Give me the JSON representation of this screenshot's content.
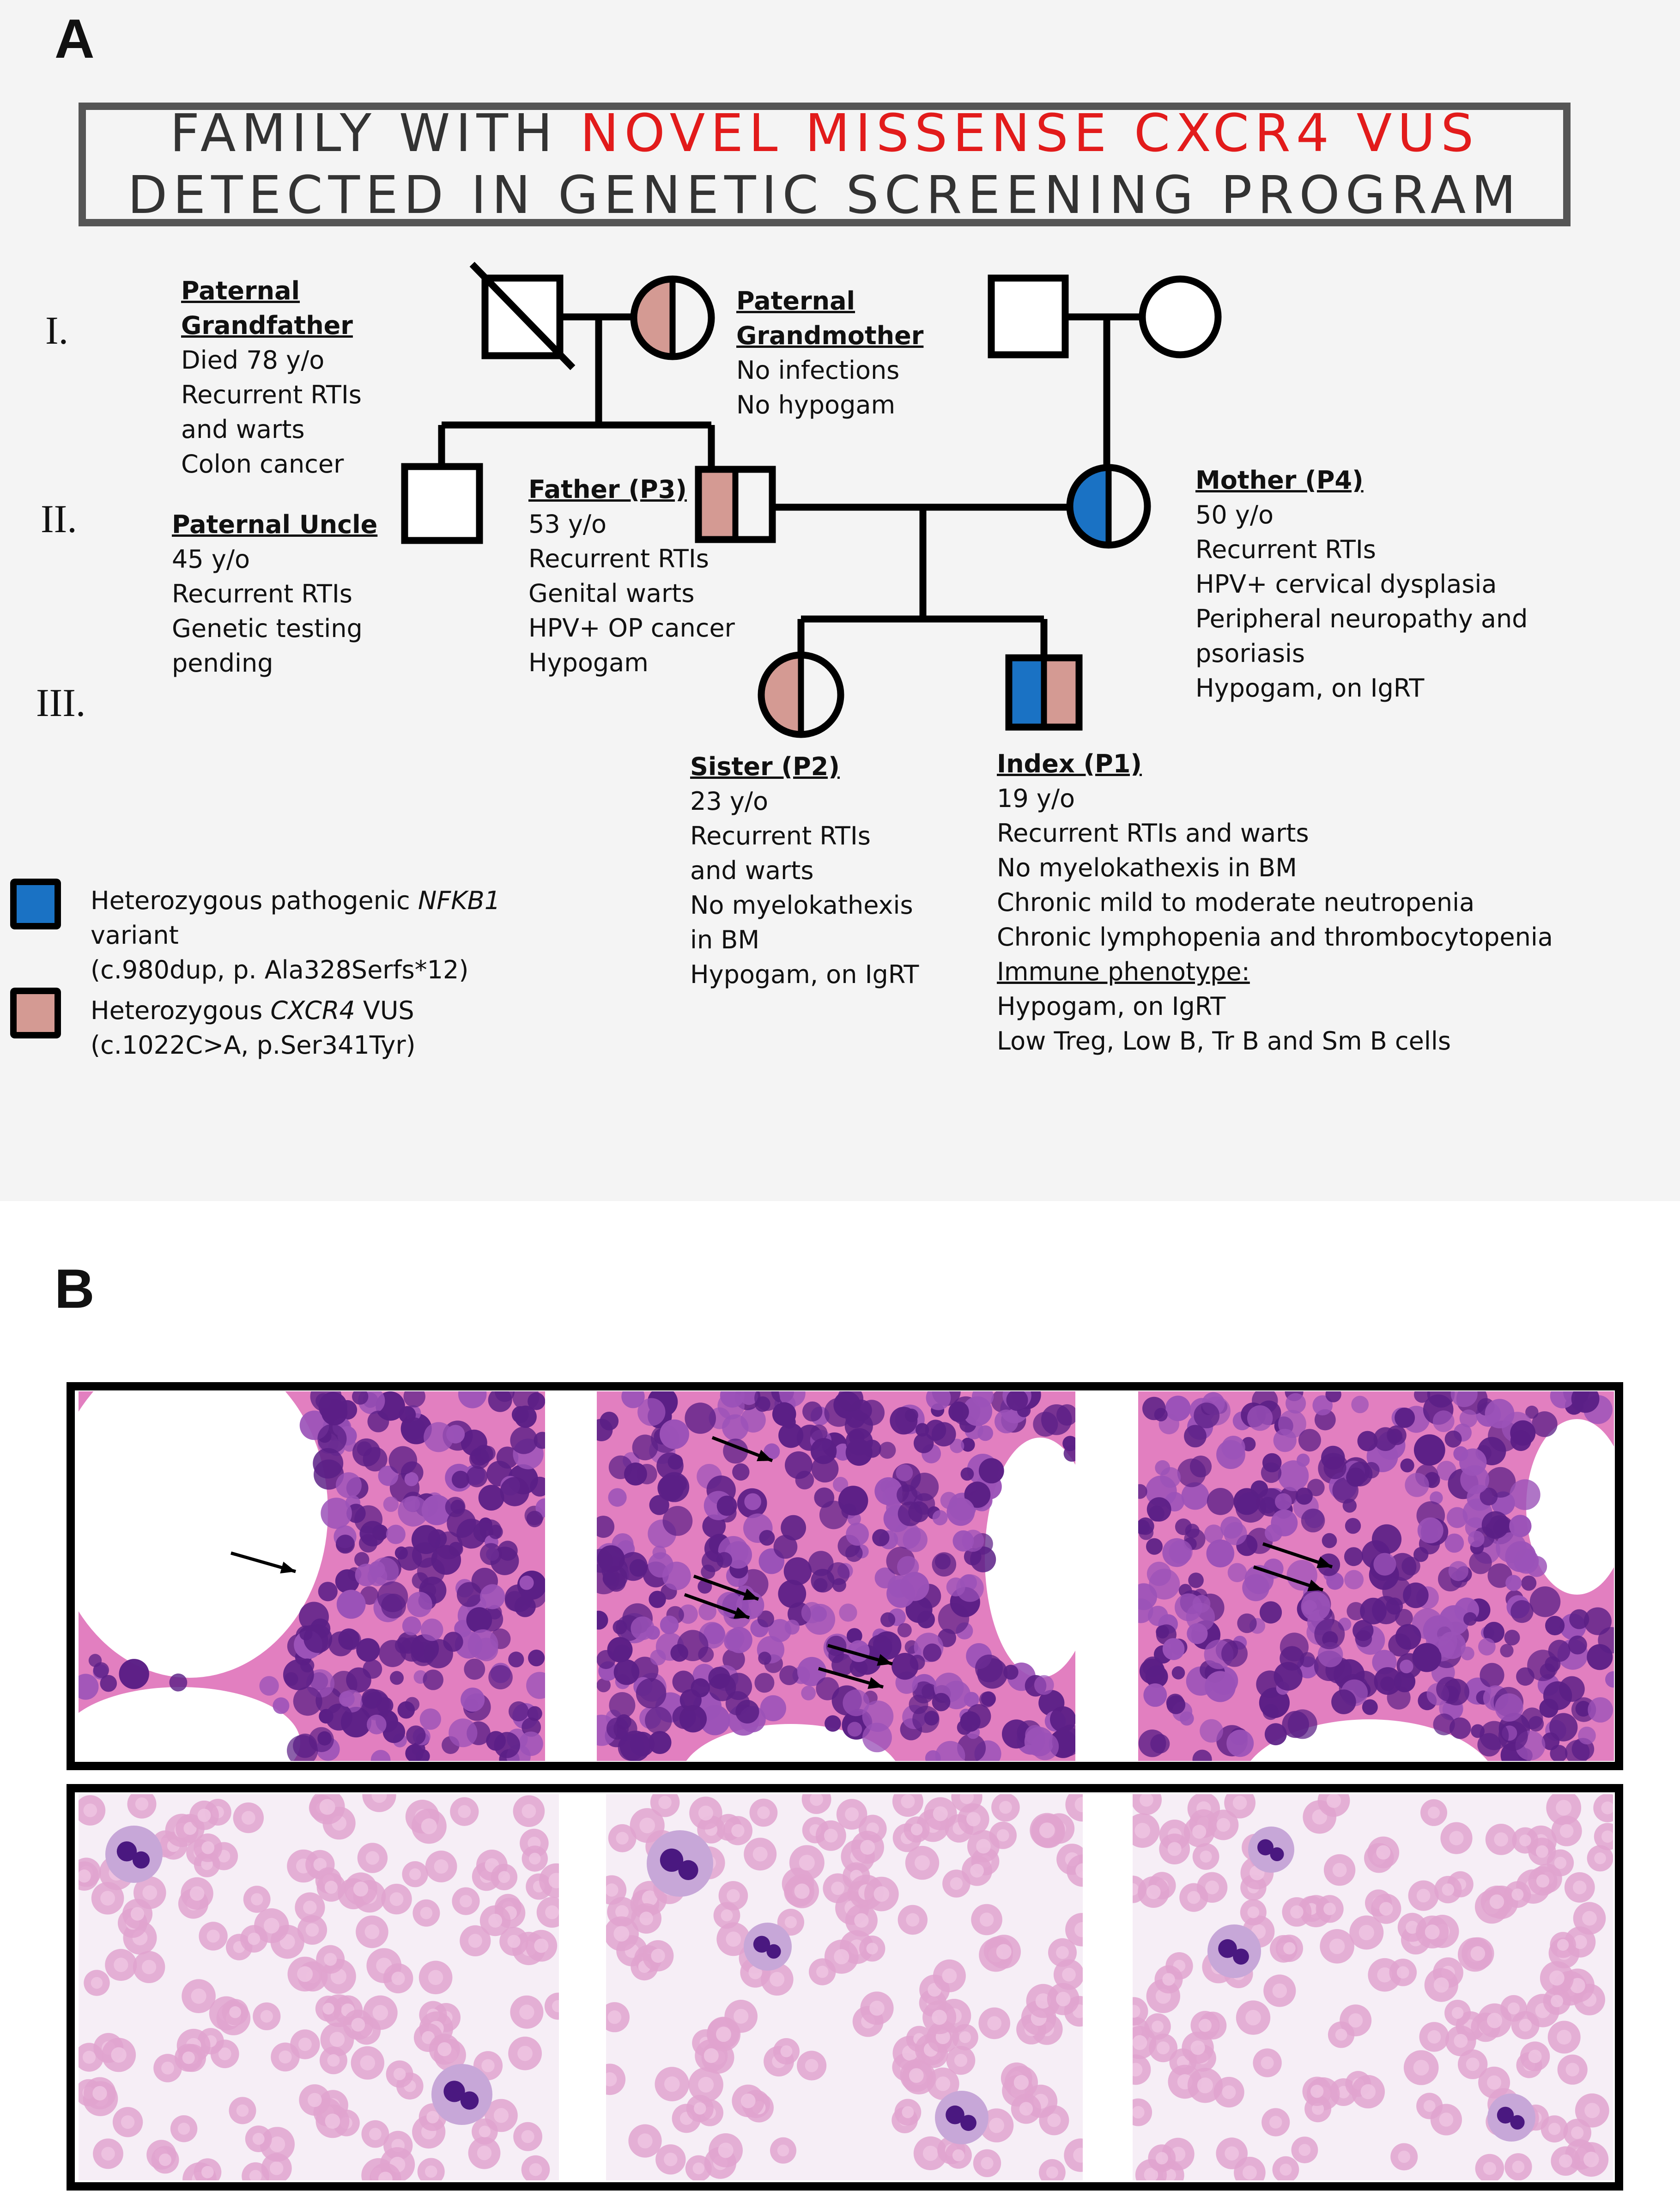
{
  "panel_a": {
    "label": "A",
    "title": {
      "line1_prefix": "FAMILY WITH ",
      "line1_highlight": "NOVEL MISSENSE CXCR4 VUS",
      "line2": "DETECTED IN GENETIC SCREENING PROGRAM"
    },
    "generations": [
      "I.",
      "II.",
      "III."
    ],
    "members": {
      "paternal_grandfather": {
        "heading_lines": [
          "Paternal",
          "Grandfather"
        ],
        "details": [
          "Died 78 y/o",
          "Recurrent RTIs",
          "and warts",
          "Colon cancer"
        ]
      },
      "paternal_grandmother": {
        "heading_lines": [
          "Paternal",
          "Grandmother"
        ],
        "details": [
          "No infections",
          "No hypogam"
        ]
      },
      "paternal_uncle": {
        "heading": "Paternal Uncle",
        "details": [
          "45 y/o",
          "Recurrent RTIs",
          "Genetic testing",
          "pending"
        ]
      },
      "father": {
        "heading": "Father (P3)",
        "details": [
          "53 y/o",
          "Recurrent RTIs",
          "Genital warts",
          "HPV+ OP cancer",
          "Hypogam"
        ]
      },
      "mother": {
        "heading": "Mother (P4)",
        "details": [
          "50 y/o",
          "Recurrent RTIs",
          "HPV+ cervical dysplasia",
          "Peripheral neuropathy and",
          "psoriasis",
          "Hypogam, on IgRT"
        ]
      },
      "sister": {
        "heading": "Sister (P2)",
        "details": [
          "23 y/o",
          "Recurrent RTIs",
          "and warts",
          "No myelokathexis",
          "in BM",
          "Hypogam, on IgRT"
        ]
      },
      "index": {
        "heading": "Index (P1)",
        "details": [
          "19 y/o",
          "Recurrent RTIs and warts",
          "No myelokathexis in BM",
          "Chronic mild to moderate neutropenia",
          "Chronic lymphopenia and thrombocytopenia"
        ],
        "subheading": "Immune phenotype:",
        "details2": [
          "Hypogam, on IgRT",
          "Low Treg, Low B, Tr B and Sm B cells"
        ]
      }
    },
    "legend": [
      {
        "color": "#1a72c4",
        "line1_prefix": "Heterozygous pathogenic ",
        "line1_gene": "NFKB1",
        "line2": "variant",
        "line3": "(c.980dup, p. Ala328Serfs*12)"
      },
      {
        "color": "#d49a93",
        "line1_prefix": "Heterozygous ",
        "line1_gene": "CXCR4",
        "line1_suffix": " VUS",
        "line2": "(c.1022C>A, p.Ser341Tyr)"
      }
    ],
    "colors": {
      "nfkb1": "#1a72c4",
      "cxcr4": "#d49a93",
      "title_box": "#555555",
      "highlight": "#e21b1b"
    }
  },
  "panel_b": {
    "label": "B",
    "colors": {
      "he_bg": "#e85ea7",
      "smear_bg": "#f5eef6",
      "cell": "#5a1f8c",
      "rbc": "#d98fbd"
    }
  }
}
